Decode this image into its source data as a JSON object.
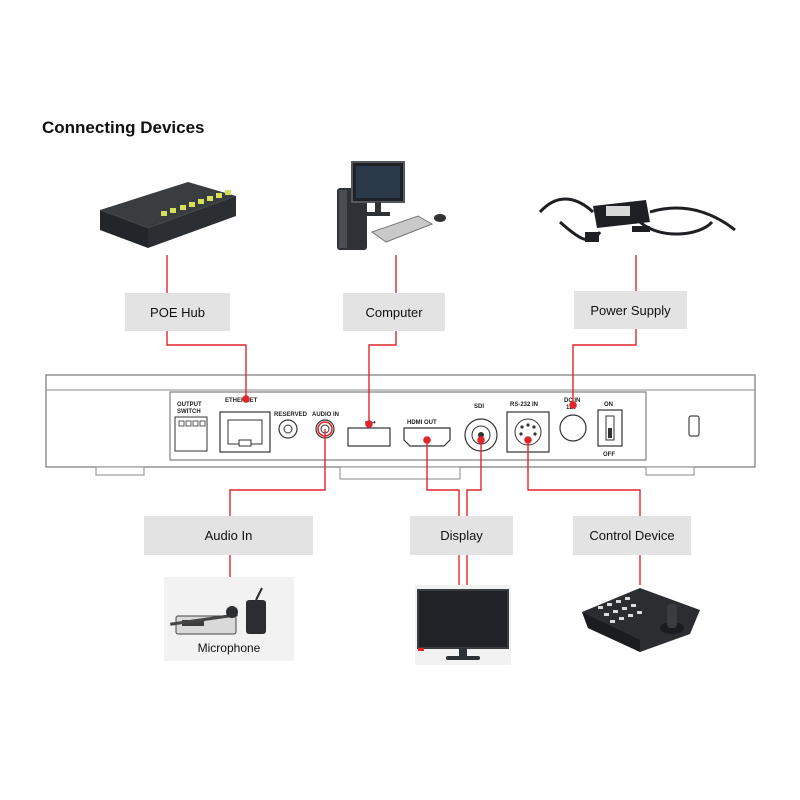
{
  "title": "Connecting Devices",
  "labels": {
    "poe_hub": "POE Hub",
    "computer": "Computer",
    "power_supply": "Power Supply",
    "audio_in": "Audio In",
    "display": "Display",
    "control_device": "Control Device",
    "microphone": "Microphone"
  },
  "panel": {
    "output_switch": "OUTPUT",
    "output_switch_2": "SWITCH",
    "ethernet": "ETHERNET",
    "reserved": "RESERVED",
    "audio_in": "AUDIO IN",
    "usb": "•⟶",
    "hdmi_out": "HDMI OUT",
    "sdi": "SDI",
    "rs232_in": "RS-232 IN",
    "dc_in": "DC IN",
    "dc_in_2": "12V",
    "on": "ON",
    "off": "OFF"
  },
  "colors": {
    "connector_line": "#e0262b",
    "label_bg": "#e3e3e3"
  }
}
